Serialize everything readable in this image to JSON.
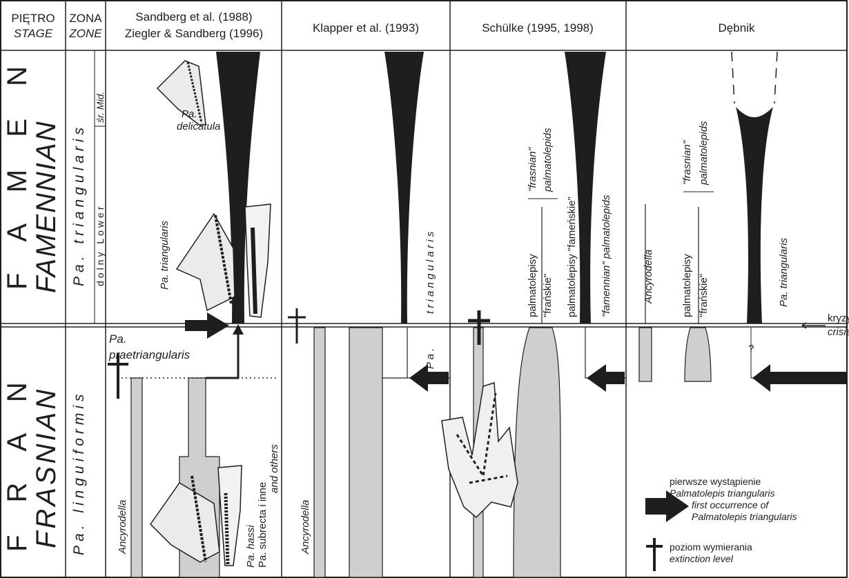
{
  "headers": {
    "stage_pl": "PIĘTRO",
    "stage_en": "STAGE",
    "zone_pl": "ZONA",
    "zone_en": "ZONE",
    "col_a_line1": "Sandberg et al. (1988)",
    "col_a_line2": "Ziegler & Sandberg (1996)",
    "col_b": "Klapper et al. (1993)",
    "col_c": "Schülke (1995, 1998)",
    "col_d": "Dębnik"
  },
  "stages": {
    "famen_pl": "F A M E N",
    "famen_en": "FAMENNIAN",
    "fran_pl": "F R A N",
    "fran_en": "FRASNIAN"
  },
  "zones": {
    "upper": "Pa. triangularis",
    "lower": "Pa. linguiformis",
    "sub_mid": "śr. Mid.",
    "sub_lower": "dolny Lower"
  },
  "col_a": {
    "delicatula": [
      "Pa.",
      "delicatula"
    ],
    "triangularis": "Pa. triangularis",
    "praetriangularis": [
      "Pa.",
      "praetriangularis"
    ],
    "ancyrodella": "Ancyrodella",
    "hassi": "Pa. hassi",
    "subrecta": "Pa. subrecta i inne",
    "others": "and others"
  },
  "col_b": {
    "ancyrodella": "Ancyrodella",
    "triangularis": "t r i a n g u l a r i s",
    "pa": "P a ."
  },
  "col_c": {
    "frasnian": "\"frasnian\"",
    "palmatolepids": "palmatolepids",
    "palmatolepisy_fr": "palmatolepisy",
    "franskie": "\"frańskie\"",
    "palmatolepisy_fam": "palmatolepisy \"fameńskie\"",
    "famennian_palm": "\"famennian\" palmatolepids"
  },
  "col_d": {
    "ancyrodella": "Ancyrodella",
    "palmatolepisy": "palmatolepisy",
    "franskie": "\"frańskie\"",
    "frasnian": "\"frasnian\"",
    "palmatolepids": "palmatolepids",
    "triangularis": "Pa. triangularis",
    "question": "?"
  },
  "crisis": {
    "pl": "kryzys",
    "en": "crisis"
  },
  "legend": {
    "first_pl": "pierwsze wystąpienie",
    "first_pl_species": "Palmatolepis triangularis",
    "first_en": "first occurrence of",
    "first_en_species": "Palmatolepis triangularis",
    "ext_pl": "poziom wymierania",
    "ext_en": "extinction level"
  },
  "colors": {
    "ink": "#1e1e1e",
    "range_fill": "#cfcfcf",
    "paper": "#ffffff"
  }
}
